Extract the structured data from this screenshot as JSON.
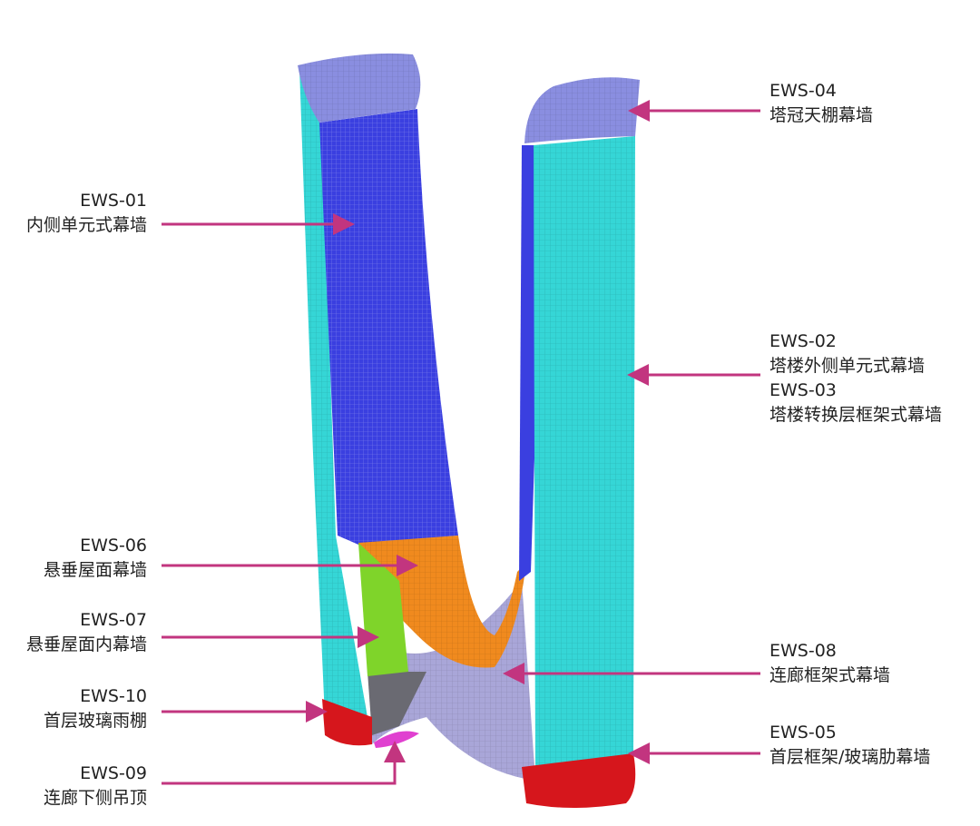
{
  "colors": {
    "arrow": "#c2357f",
    "inner_wall": "#3a3fe0",
    "outer_wall": "#35d6d6",
    "crown": "#8a8ee0",
    "hanging_roof": "#f08a1e",
    "hanging_inner": "#7fd42a",
    "bridge": "#a9a6d8",
    "base": "#d6161c",
    "soffit": "#e040d0"
  },
  "labels": [
    {
      "code": "EWS-01",
      "name": "内侧单元式幕墙",
      "side": "left"
    },
    {
      "code": "EWS-06",
      "name": "悬垂屋面幕墙",
      "side": "left"
    },
    {
      "code": "EWS-07",
      "name": "悬垂屋面内幕墙",
      "side": "left"
    },
    {
      "code": "EWS-10",
      "name": "首层玻璃雨棚",
      "side": "left"
    },
    {
      "code": "EWS-09",
      "name": "连廊下侧吊顶",
      "side": "left"
    },
    {
      "code": "EWS-04",
      "name": "塔冠天棚幕墙",
      "side": "right"
    },
    {
      "code": "EWS-02",
      "name": "塔楼外侧单元式幕墙",
      "code2": "EWS-03",
      "name2": "塔楼转换层框架式幕墙",
      "side": "right"
    },
    {
      "code": "EWS-08",
      "name": "连廊框架式幕墙",
      "side": "right"
    },
    {
      "code": "EWS-05",
      "name": "首层框架/玻璃肋幕墙",
      "side": "right"
    }
  ]
}
